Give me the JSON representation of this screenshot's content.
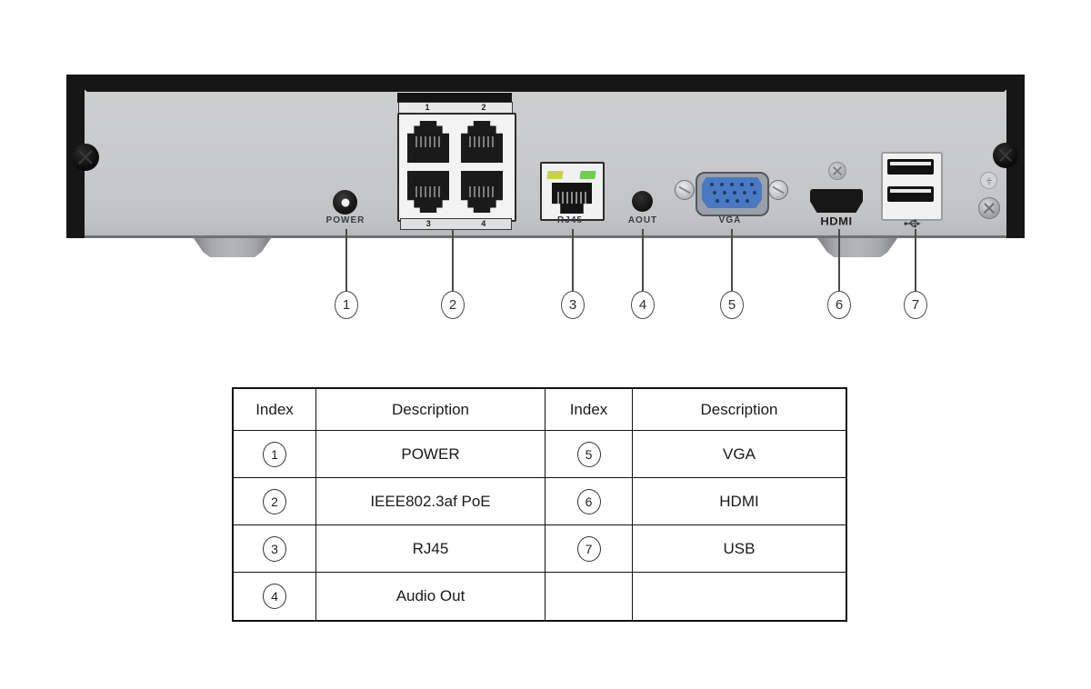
{
  "panel": {
    "labels": {
      "power": "POWER",
      "rj45": "RJ45",
      "aout": "AOUT",
      "vga": "VGA",
      "hdmi": "HDMI"
    },
    "poe": {
      "top_numbers": [
        "1",
        "2"
      ],
      "bottom_numbers": [
        "3",
        "4"
      ]
    }
  },
  "callouts": [
    "1",
    "2",
    "3",
    "4",
    "5",
    "6",
    "7"
  ],
  "table": {
    "headers": [
      "Index",
      "Description",
      "Index",
      "Description"
    ],
    "rows": [
      [
        "1",
        "POWER",
        "5",
        "VGA"
      ],
      [
        "2",
        "IEEE802.3af PoE",
        "6",
        "HDMI"
      ],
      [
        "3",
        "RJ45",
        "7",
        "USB"
      ],
      [
        "4",
        "Audio Out",
        "",
        ""
      ]
    ]
  },
  "colors": {
    "case_black": "#161616",
    "panel_gray": "#c8c9cb",
    "vga_blue": "#4a79c3",
    "led_yellow": "#c7d24b",
    "led_green": "#6ecf51"
  }
}
